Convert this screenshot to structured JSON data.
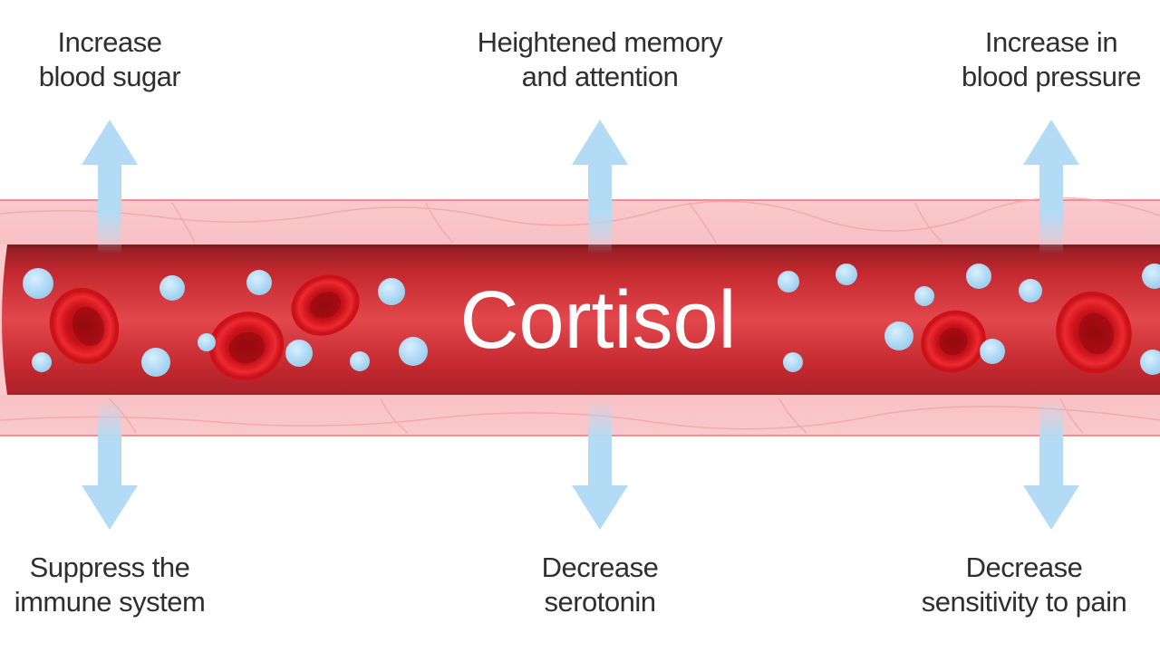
{
  "title": "Cortisol",
  "effects_top": [
    {
      "lines": [
        "Increase",
        "blood sugar"
      ]
    },
    {
      "lines": [
        "Heightened memory",
        "and attention"
      ]
    },
    {
      "lines": [
        "Increase in",
        "blood pressure"
      ]
    }
  ],
  "effects_bottom": [
    {
      "lines": [
        "Suppress the",
        "immune system"
      ]
    },
    {
      "lines": [
        "Decrease",
        "serotonin"
      ]
    },
    {
      "lines": [
        "Decrease",
        "sensitivity to pain"
      ]
    }
  ],
  "colors": {
    "vessel_wall": "#f7b9bd",
    "vessel_interior": "#d9343b",
    "red_blood_cell": "#e8161e",
    "cortisol_molecule": "#a9d8f2",
    "arrow": "#b3dbf5",
    "label_text": "#2f2f2f"
  }
}
